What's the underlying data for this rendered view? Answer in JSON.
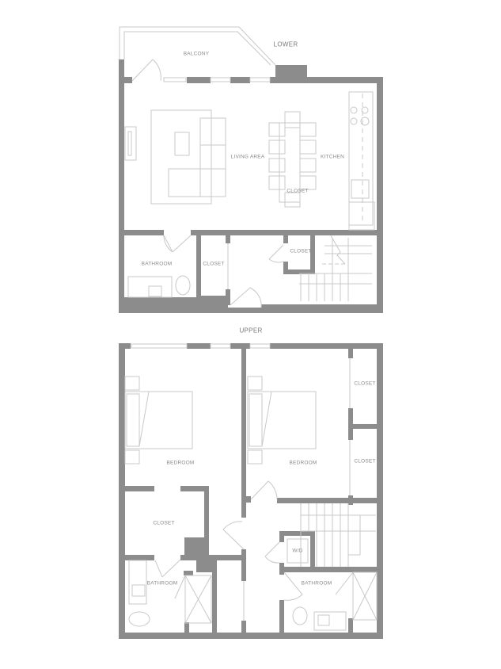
{
  "floors": {
    "lower": {
      "label": "LOWER",
      "rooms": [
        {
          "id": "balcony",
          "label": "BALCONY"
        },
        {
          "id": "living",
          "label": "LIVING AREA"
        },
        {
          "id": "kitchen",
          "label": "KITCHEN"
        },
        {
          "id": "closet-pantry",
          "label": "CLOSET"
        },
        {
          "id": "bathroom",
          "label": "BATHROOM"
        },
        {
          "id": "closet-a",
          "label": "CLOSET"
        },
        {
          "id": "closet-b",
          "label": "CLOSET"
        }
      ]
    },
    "upper": {
      "label": "UPPER",
      "rooms": [
        {
          "id": "bedroom-1",
          "label": "BEDROOM"
        },
        {
          "id": "bedroom-2",
          "label": "BEDROOM"
        },
        {
          "id": "closet-top",
          "label": "CLOSET"
        },
        {
          "id": "closet-mid",
          "label": "CLOSET"
        },
        {
          "id": "closet-walkin",
          "label": "CLOSET"
        },
        {
          "id": "laundry",
          "label": "W/D"
        },
        {
          "id": "bathroom-1",
          "label": "BATHROOM"
        },
        {
          "id": "bathroom-2",
          "label": "BATHROOM"
        }
      ]
    }
  },
  "colors": {
    "wall": "#8c8c8c",
    "fixture": "#c8c8c8",
    "text": "#8a8a8a"
  }
}
